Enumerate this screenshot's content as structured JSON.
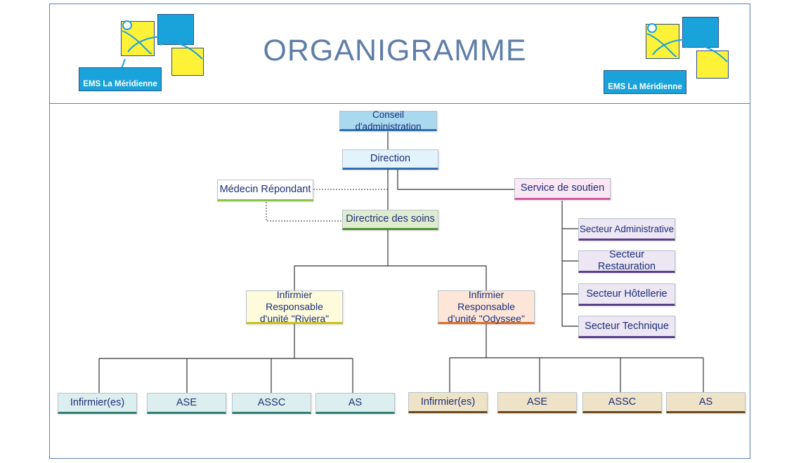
{
  "header": {
    "title": "ORGANIGRAMME",
    "logo_text": "EMS La Méridienne"
  },
  "nodes": {
    "conseil": "Conseil d'administration",
    "direction": "Direction",
    "medecin": "Médecin Répondant",
    "service": "Service de soutien",
    "directrice": "Directrice des soins",
    "secteur_admin": "Secteur Administrative",
    "secteur_resto": "Secteur Restauration",
    "secteur_hotel": "Secteur Hôtellerie",
    "secteur_tech": "Secteur Technique",
    "riviera_line1": "Infirmier Responsable",
    "riviera_line2": "d'unité \"Riviera\"",
    "odyssee_line1": "Infirmier Responsable",
    "odyssee_line2": "d'unité \"Odyssee\"",
    "riviera_staff": [
      "Infirmier(es)",
      "ASE",
      "ASSC",
      "AS"
    ],
    "odyssee_staff": [
      "Infirmier(es)",
      "ASE",
      "ASSC",
      "AS"
    ]
  },
  "colors": {
    "frame": "#5b7fb0",
    "title": "#5e7ea7",
    "conseil_fill": "#a9d8ef",
    "direction_fill": "#e3f3fb",
    "direction_bar": "#2f6fb0",
    "medecin_bar": "#8cc24a",
    "directrice_fill": "#dfeccf",
    "directrice_bar": "#4f8f32",
    "service_fill": "#fbe6f3",
    "service_bar": "#d259a4",
    "secteur_fill": "#ede6f3",
    "secteur_bar": "#5a3f8e",
    "riviera_fill": "#fdfbdc",
    "riviera_bar": "#c9c218",
    "odyssee_fill": "#fde6d7",
    "odyssee_bar": "#d9722f",
    "teal_fill": "#dcefee",
    "teal_bar": "#2f7f76",
    "tan_fill": "#efe3c7",
    "tan_bar": "#6b4a22"
  }
}
